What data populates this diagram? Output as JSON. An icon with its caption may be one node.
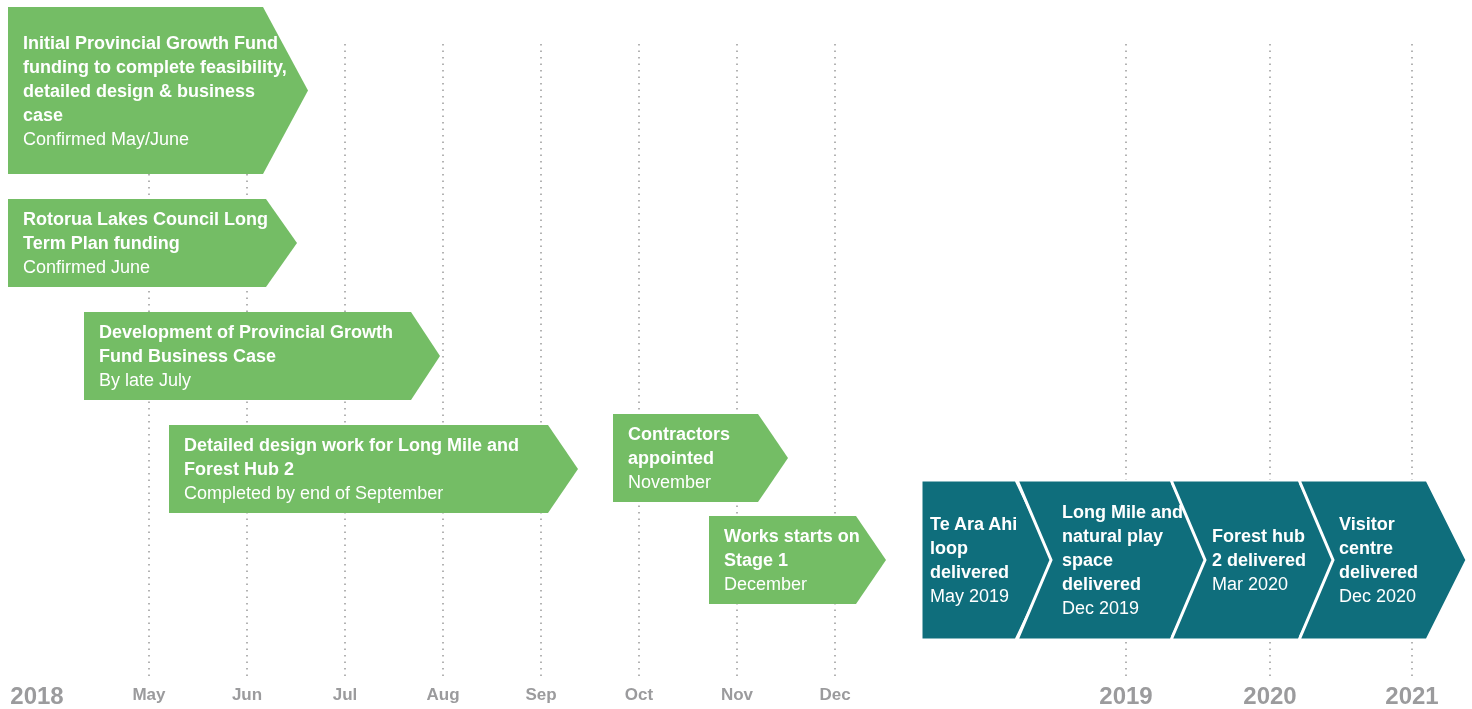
{
  "diagram": {
    "nodes": [
      {
        "text": [
          "Initial Provincial Growth Fund funding to complete feasibility, detailed design & business case",
          "Confirmed May/June"
        ]
      },
      {
        "text": [
          "Rotorua Lakes Council Long Term Plan funding",
          "Confirmed June"
        ]
      },
      {
        "text": [
          "Development of Provincial Growth Fund Business Case",
          "By late July"
        ]
      },
      {
        "text": [
          "Detailed design work for Long Mile and Forest Hub 2",
          "Completed by end of September"
        ]
      },
      {
        "text": [
          "Contractors appointed",
          "November"
        ]
      },
      {
        "text": [
          "Works starts on Stage 1",
          "December"
        ]
      },
      {
        "text": [
          "Te Ara Ahi loop delivered",
          "May 2019"
        ]
      },
      {
        "text": [
          "Long Mile and natural play space delivered",
          "Dec 2019"
        ]
      },
      {
        "text": [
          "Forest hub 2 delivered",
          "Mar 2020"
        ]
      },
      {
        "text": [
          "Visitor centre delivered",
          "Dec 2020"
        ]
      }
    ],
    "edges": [],
    "labels": [
      "2018",
      "May",
      "Jun",
      "Jul",
      "Aug",
      "Sep",
      "Oct",
      "Nov",
      "Dec",
      "2019",
      "2020",
      "2021"
    ]
  }
}
